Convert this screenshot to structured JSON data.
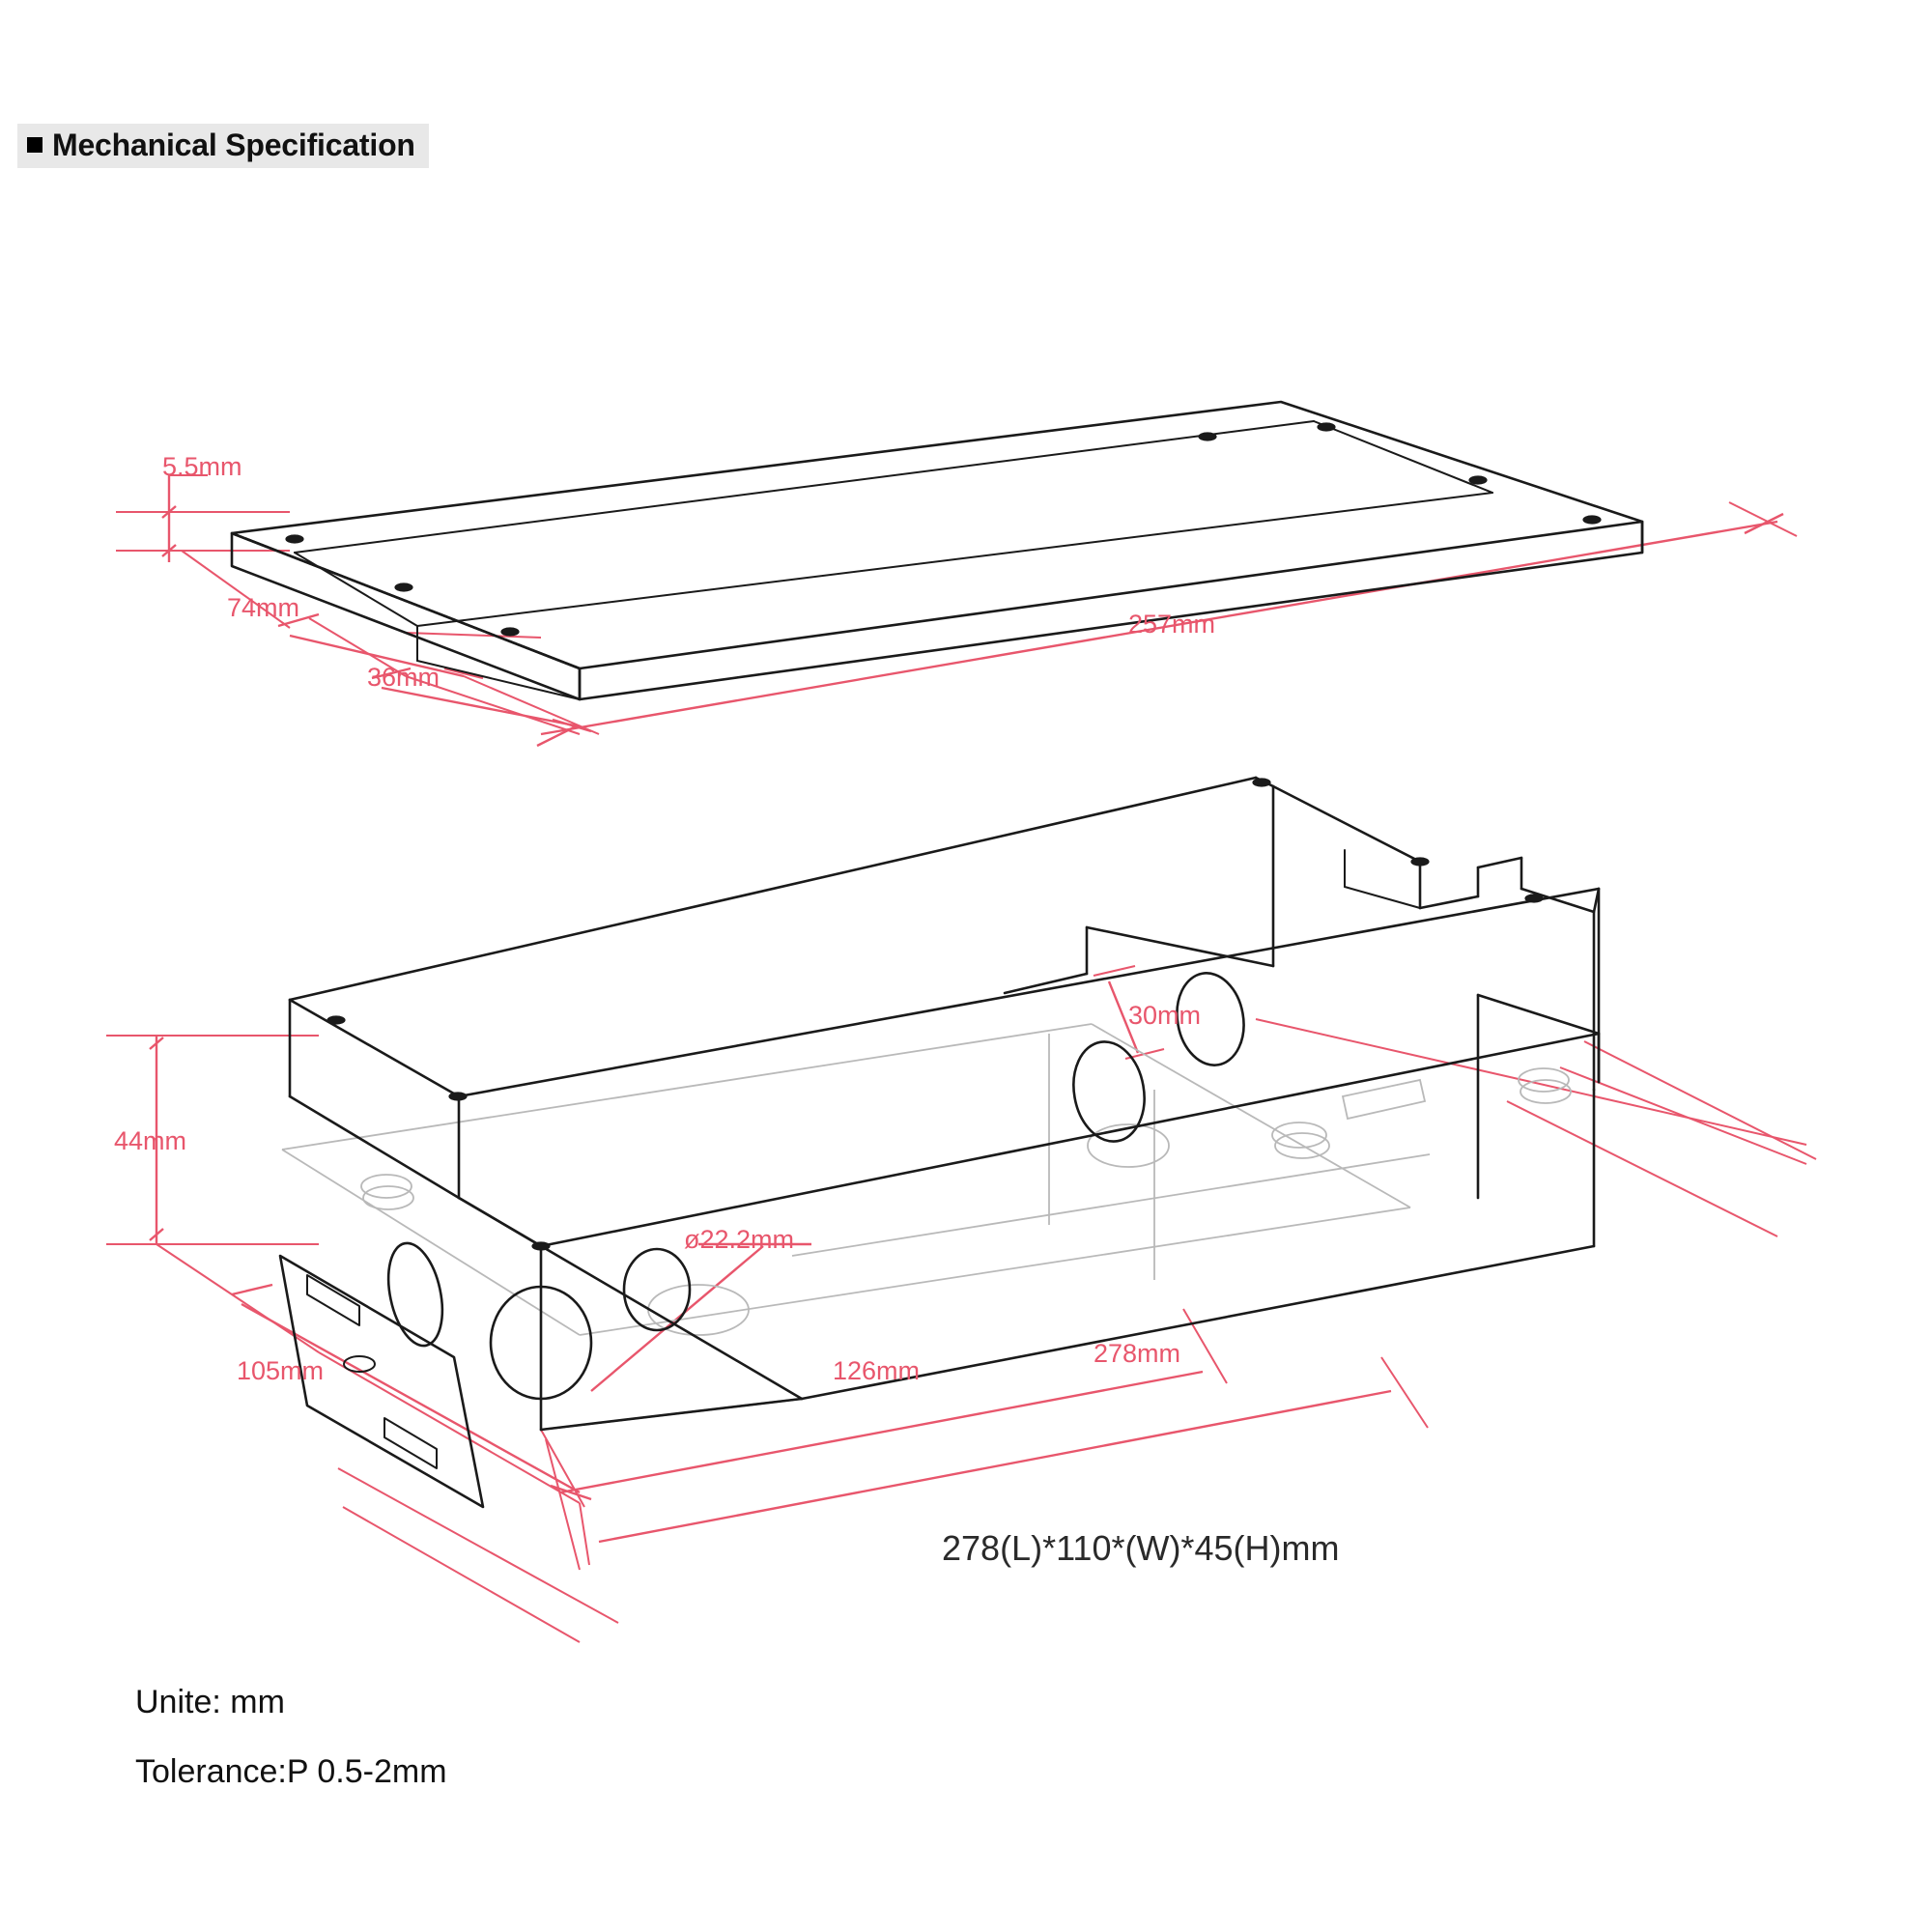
{
  "heading": {
    "bullet": "square-bullet",
    "title": "Mechanical Specification"
  },
  "drawing": {
    "title": "mechanical-specification-isometric-drawing",
    "views": [
      {
        "name": "cover-plate-view",
        "label": "Cover plate / lid isometric view"
      },
      {
        "name": "chassis-box-view",
        "label": "Chassis enclosure isometric view"
      }
    ],
    "dimensions": {
      "cover_thickness": "5.5mm",
      "cover_width": "74mm",
      "cover_step": "36mm",
      "cover_length": "257mm",
      "box_notch": "30mm",
      "box_height": "44mm",
      "box_width": "105mm",
      "knockout_diameter": "ø22.2mm",
      "box_inner_length": "126mm",
      "box_length": "278mm"
    },
    "overall_size": "278(L)*110*(W)*45(H)mm"
  },
  "notes": {
    "unit": "Unite: mm",
    "tolerance": "Tolerance:P 0.5-2mm"
  },
  "colors": {
    "dimension_red": "#e8566c",
    "outline_black": "#1a1a1a",
    "hidden_grey": "#b9b9b9",
    "heading_bg": "#e8e8e8"
  }
}
